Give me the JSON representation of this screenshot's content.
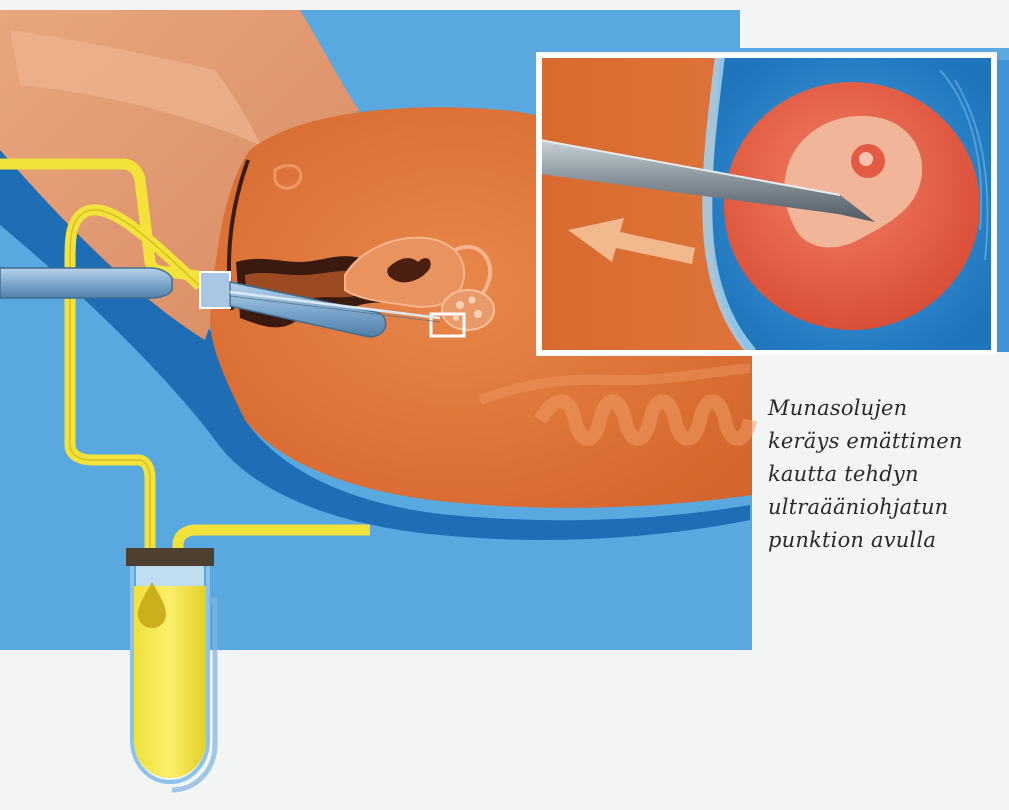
{
  "caption": {
    "lines": [
      "Munasolujen",
      "keräys emättimen",
      "kautta tehdyn",
      "ultraääniohjatun",
      "punktion avulla"
    ]
  },
  "colors": {
    "background_blue": "#5aa8e0",
    "skin": "#e8a07a",
    "body_orange": "#e07a3c",
    "uterus_orange": "#d96a2e",
    "tube_yellow": "#f2e23a",
    "probe_blue": "#8ab4d6",
    "needle_gray": "#7f8c96",
    "egg_red": "#e8604a",
    "fluid_blue": "#2d8ed6",
    "paper": "#f2f5f3"
  },
  "icons": {
    "arrow": "arrow-left-icon",
    "droplet": "droplet-icon"
  }
}
